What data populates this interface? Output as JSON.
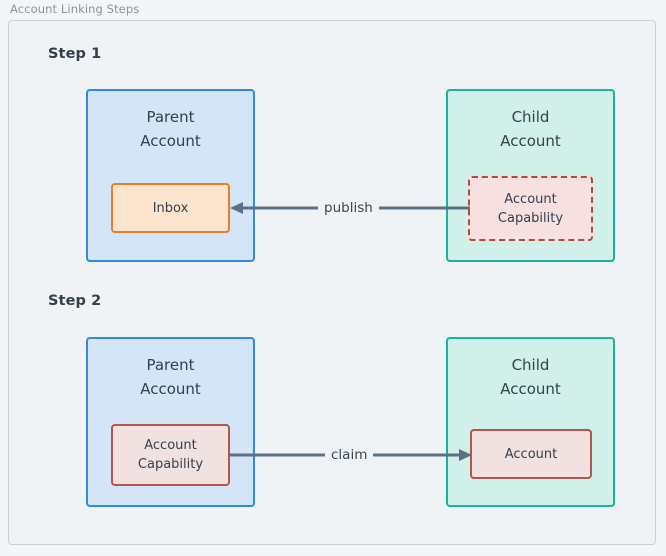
{
  "frame": {
    "legend": "Account Linking Steps"
  },
  "steps": [
    {
      "label": "Step 1",
      "parent": {
        "title": "Parent\nAccount",
        "item": {
          "label": "Inbox"
        }
      },
      "child": {
        "title": "Child\nAccount",
        "item": {
          "label": "Account\nCapability"
        }
      },
      "edge": {
        "label": "publish",
        "direction": "left"
      }
    },
    {
      "label": "Step 2",
      "parent": {
        "title": "Parent\nAccount",
        "item": {
          "label": "Account\nCapability"
        }
      },
      "child": {
        "title": "Child\nAccount",
        "item": {
          "label": "Account"
        }
      },
      "edge": {
        "label": "claim",
        "direction": "right"
      }
    }
  ],
  "colors": {
    "page_background": "#f3f5f7",
    "frame_background": "#f0f3f5",
    "frame_border": "#c7d0d9",
    "legend_text": "#8a949e",
    "parent_fill": "#d4e5f7",
    "parent_border": "#2f8ae0",
    "child_fill": "#d1f0e9",
    "child_border": "#16b59b",
    "inbox_fill": "#fce5cf",
    "inbox_border": "#e8802a",
    "capability_fill": "#f7e0e0",
    "capability_border": "#b5483f",
    "account_fill": "#f2e1e1",
    "account_border": "#b5544f",
    "arrow": "#5d7083",
    "text": "#36404e",
    "step_heading": "#333f4e"
  }
}
